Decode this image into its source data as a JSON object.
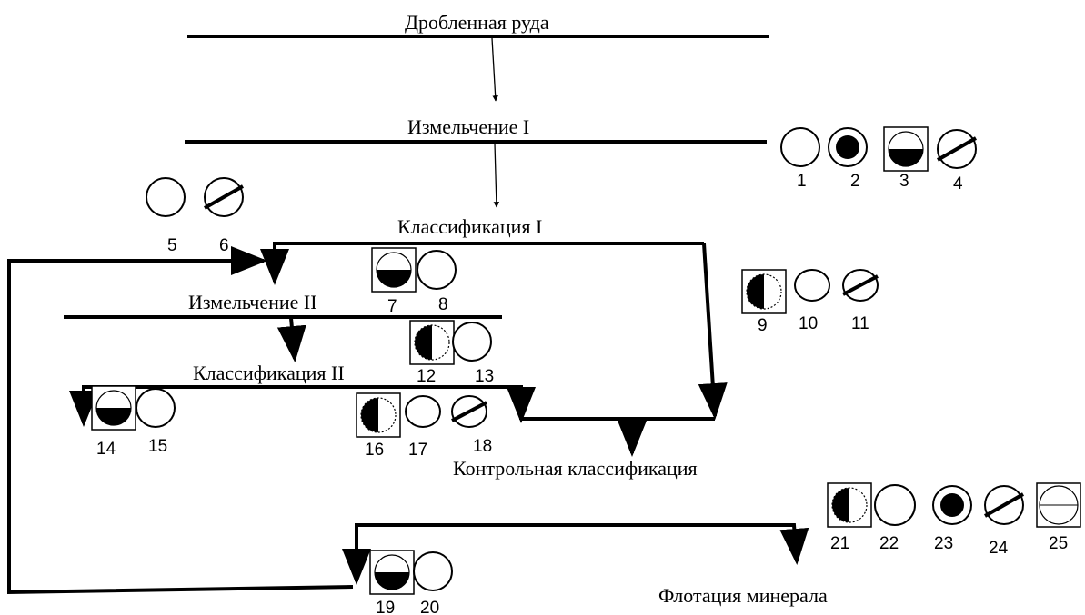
{
  "stages": {
    "crushed_ore": "Дробленная руда",
    "grinding_1": "Измельчение I",
    "classification_1": "Классификация I",
    "grinding_2": "Измельчение II",
    "classification_2": "Классификация II",
    "control_classification": "Контрольная классификация",
    "flotation": "Флотация минерала"
  },
  "node_numbers": [
    "1",
    "2",
    "3",
    "4",
    "5",
    "6",
    "7",
    "8",
    "9",
    "10",
    "11",
    "12",
    "13",
    "14",
    "15",
    "16",
    "17",
    "18",
    "19",
    "20",
    "21",
    "22",
    "23",
    "24",
    "25"
  ]
}
